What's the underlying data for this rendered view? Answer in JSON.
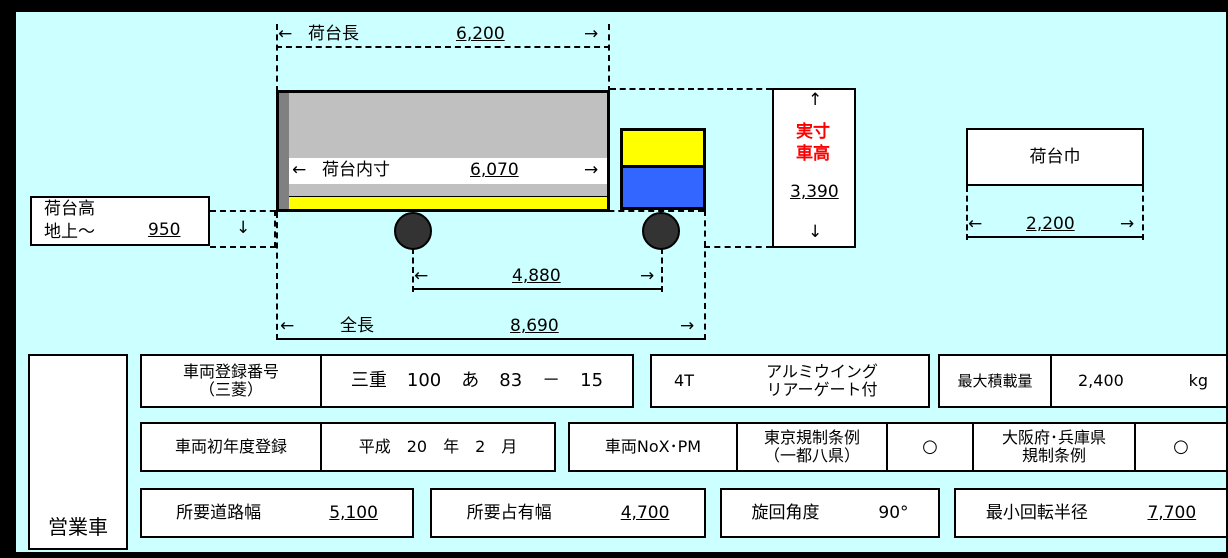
{
  "diagram": {
    "bed_length_label": "荷台長",
    "bed_length_value": "6,200",
    "bed_inner_label": "荷台内寸",
    "bed_inner_value": "6,070",
    "bed_height_label_line1": "荷台高",
    "bed_height_label_line2": "地上～",
    "bed_height_value": "950",
    "wheelbase_value": "4,880",
    "total_length_label": "全長",
    "total_length_value": "8,690",
    "actual_height_line1": "実寸",
    "actual_height_line2": "車高",
    "actual_height_value": "3,390",
    "bed_width_label": "荷台巾",
    "bed_width_value": "2,200",
    "arrow_left": "←",
    "arrow_right": "→",
    "arrow_up": "↑",
    "arrow_down": "↓",
    "colors": {
      "background": "#ccffff",
      "cargo_body": "#c0c0c0",
      "cab_top": "#ffff00",
      "cab_bottom": "#3366ff",
      "bed_floor": "#ffff00",
      "wheel": "#333333",
      "accent_text": "#ff0000"
    }
  },
  "info": {
    "category": "営業車",
    "reg_label_line1": "車両登録番号",
    "reg_label_line2": "（三菱）",
    "reg_pref": "三重",
    "reg_class": "100",
    "reg_kana": "あ",
    "reg_num1": "83",
    "reg_dash": "－",
    "reg_num2": "15",
    "tonnage": "4T",
    "body_type_line1": "アルミウイング",
    "body_type_line2": "リアーゲート付",
    "max_load_label": "最大積載量",
    "max_load_value": "2,400",
    "max_load_unit": "kg",
    "first_reg_label": "車両初年度登録",
    "era": "平成",
    "year": "20",
    "year_unit": "年",
    "month": "2",
    "month_unit": "月",
    "nox_label": "車両NoX･PM",
    "tokyo_label_line1": "東京規制条例",
    "tokyo_label_line2": "（一都八県）",
    "tokyo_value": "○",
    "osaka_label_line1": "大阪府･兵庫県",
    "osaka_label_line2": "規制条例",
    "osaka_value": "○",
    "road_width_label": "所要道路幅",
    "road_width_value": "5,100",
    "occupy_width_label": "所要占有幅",
    "occupy_width_value": "4,700",
    "turn_angle_label": "旋回角度",
    "turn_angle_value": "90°",
    "min_radius_label": "最小回転半径",
    "min_radius_value": "7,700"
  }
}
